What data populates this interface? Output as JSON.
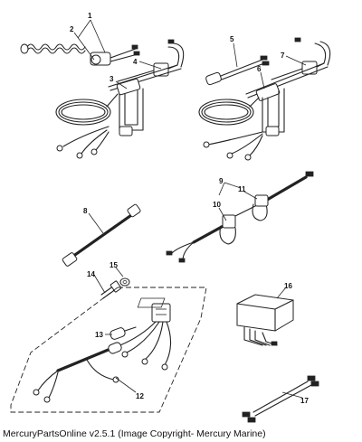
{
  "copyright": "MercuryPartsOnline v2.5.1 (Image Copyright- Mercury Marine)",
  "callouts": [
    "1",
    "2",
    "3",
    "4",
    "5",
    "6",
    "7",
    "8",
    "9",
    "10",
    "11",
    "12",
    "13",
    "14",
    "15",
    "16",
    "17"
  ]
}
